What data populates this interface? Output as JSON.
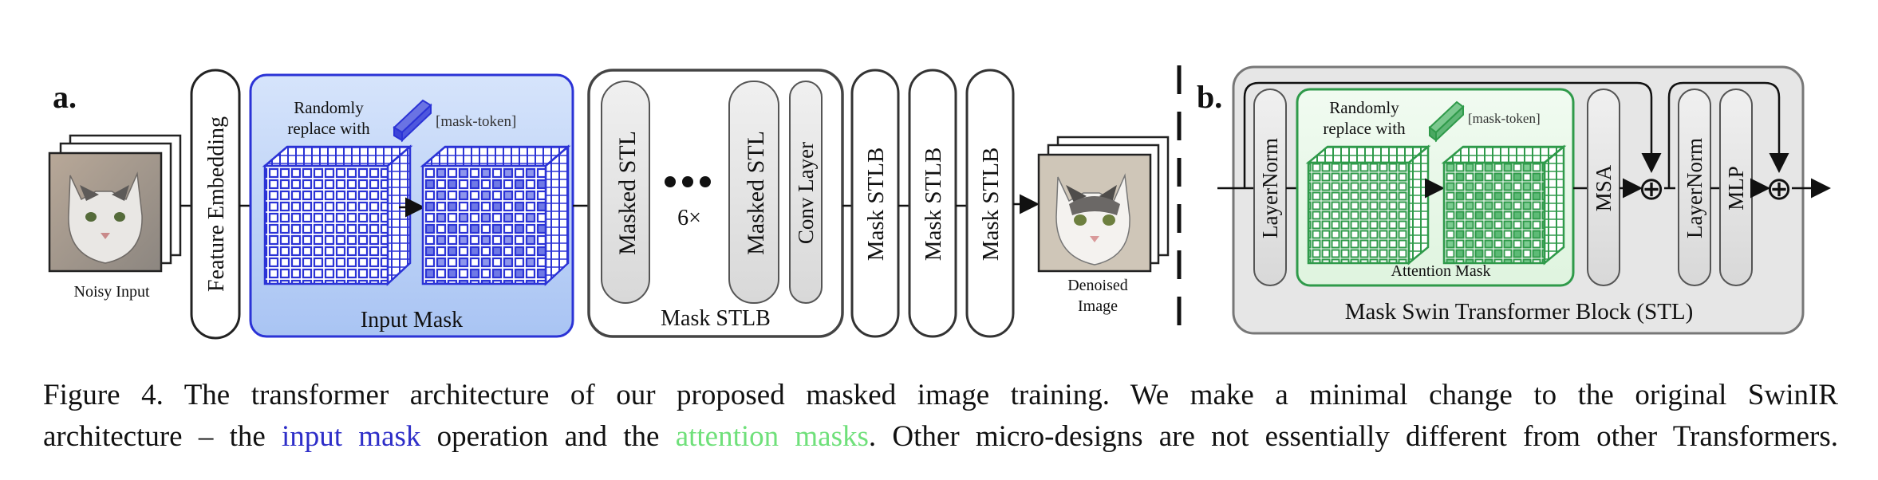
{
  "panel_a": {
    "label": "a.",
    "noisy_input_label": "Noisy Input",
    "feature_embedding_label": "Feature Embedding",
    "input_mask": {
      "title": "Input Mask",
      "replace_line1": "Randomly",
      "replace_line2": "replace with",
      "token_label": "[mask-token]"
    },
    "mask_stlb_group": {
      "title": "Mask STLB",
      "first_block": "Masked STL",
      "last_block": "Masked STL",
      "repeat_label": "6×",
      "conv_layer": "Conv Layer"
    },
    "stlb_blocks": [
      "Mask STLB",
      "Mask STLB",
      "Mask STLB"
    ],
    "denoised_label_line1": "Denoised",
    "denoised_label_line2": "Image"
  },
  "panel_b": {
    "label": "b.",
    "layernorm_1": "LayerNorm",
    "attention_mask": {
      "title": "Attention Mask",
      "replace_line1": "Randomly",
      "replace_line2": "replace with",
      "token_label": "[mask-token]"
    },
    "msa": "MSA",
    "layernorm_2": "LayerNorm",
    "mlp": "MLP",
    "add_symbol_1": "⊕",
    "add_symbol_2": "⊕",
    "block_title": "Mask Swin Transformer Block (STL)"
  },
  "caption": {
    "line1": "Figure 4.  The transformer architecture of our proposed masked image training.  We make a minimal change to the original SwinIR",
    "line2_pre": "architecture – the ",
    "line2_blue": "input mask",
    "line2_mid": " operation and the ",
    "line2_green": "attention masks",
    "line2_post": ". Other micro-designs are not essentially different from other Transformers."
  },
  "colors": {
    "input_mask_fill": "#bcd2f7",
    "grid_blue": "#2b33d6",
    "stl_box_fill": "#eaf8ea",
    "grid_green": "#2f9a4a",
    "panel_b_fill": "#e6e6e6",
    "block_fill": "#e2e2e2",
    "caption_blue": "#2e2ec8",
    "caption_green": "#6fe07a"
  }
}
